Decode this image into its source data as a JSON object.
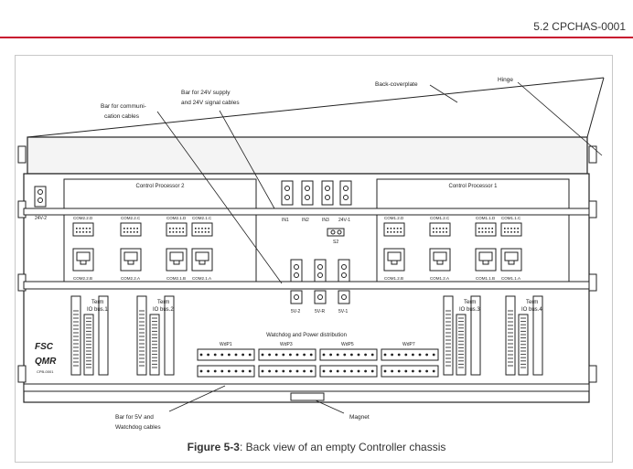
{
  "header": {
    "section_ref": "5.2  CPCHAS-0001"
  },
  "figure": {
    "callouts": {
      "back_coverplate": "Back-coverplate",
      "hinge": "Hinge",
      "bar_24v_line1": "Bar for 24V supply",
      "bar_24v_line2": "and 24V signal cables",
      "bar_comm_line1": "Bar for communi-",
      "bar_comm_line2": "cation cables",
      "bar_5v_line1": "Bar for 5V and",
      "bar_5v_line2": "Watchdog cables",
      "magnet": "Magnet"
    },
    "processors": {
      "cp2": "Control Processor 2",
      "cp1": "Control Processor 1"
    },
    "ports_left_top": [
      "COM2.2.D",
      "COM2.2.C",
      "COM2.1.D",
      "COM2.1.C"
    ],
    "ports_left_bottom": [
      "COM2.2.B",
      "COM2.2.A",
      "COM2.1.B",
      "COM2.1.A"
    ],
    "ports_right_top": [
      "COM1.2.D",
      "COM1.2.C",
      "COM1.1.D",
      "COM1.1.C"
    ],
    "ports_right_bottom": [
      "COM1.2.B",
      "COM1.2.A",
      "COM1.1.B",
      "COM1.1.A"
    ],
    "power_inputs": [
      "IN1",
      "IN2",
      "IN3",
      "24V-1"
    ],
    "power_outputs": [
      "5V-2",
      "5V-R",
      "5V-1"
    ],
    "left_connector": "24V-2",
    "mid_connector": "S2",
    "io_buses": [
      {
        "line1": "Term",
        "line2": "IO bus.1"
      },
      {
        "line1": "Term",
        "line2": "IO bus.2"
      },
      {
        "line1": "Term",
        "line2": "IO bus.3"
      },
      {
        "line1": "Term",
        "line2": "IO bus.4"
      }
    ],
    "watchdog_title": "Watchdog and Power distribution",
    "wdp_labels": [
      "WdP1",
      "WdP3",
      "WdP5",
      "WdP7"
    ],
    "logo": {
      "line1": "FSC",
      "line2": "QMR",
      "part": "CPB-0001"
    }
  },
  "caption": {
    "label": "Figure 5-3",
    "text": ": Back view of an empty Controller chassis"
  }
}
